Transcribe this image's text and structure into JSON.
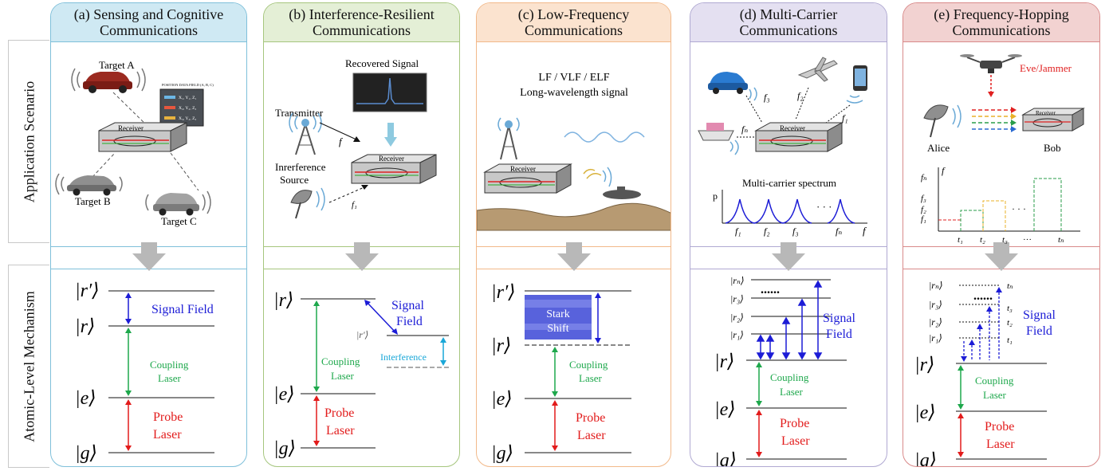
{
  "side_labels": {
    "top": "Application Scenario",
    "bottom": "Atomic-Level Mechanism"
  },
  "panels": [
    {
      "title": "(a) Sensing and Cognitive Communications",
      "border": "#7fc0da",
      "head_bg": "#cfe9f3",
      "scene": {
        "target_a": "Target A",
        "target_b": "Target B",
        "target_c": "Target C",
        "receiver": "Receiver",
        "display_title": "POSITION DATA FIELD (A, B, C)",
        "coords": [
          "X₁, Y₁, Z₁",
          "X₂, Y₂, Z₂",
          "X₃, Y₃, Z₃"
        ]
      },
      "levels": {
        "r_prime": "|r′⟩",
        "r": "|r⟩",
        "e": "|e⟩",
        "g": "|g⟩"
      },
      "labels": {
        "signal": "Signal Field",
        "coupling_1": "Coupling",
        "coupling_2": "Laser",
        "probe_1": "Probe",
        "probe_2": "Laser"
      }
    },
    {
      "title": "(b) Interference-Resilient Communications",
      "border": "#a6c67e",
      "head_bg": "#e4efd6",
      "scene": {
        "recovered": "Recovered Signal",
        "transmitter": "Transmitter",
        "f": "f",
        "receiver": "Receiver",
        "interference_1": "Inrerference",
        "interference_2": "Source",
        "f1": "f₁"
      },
      "levels": {
        "r": "|r⟩",
        "r_prime": "|r′⟩",
        "e": "|e⟩",
        "g": "|g⟩"
      },
      "labels": {
        "signal_1": "Signal",
        "signal_2": "Field",
        "interference": "Interference",
        "coupling_1": "Coupling",
        "coupling_2": "Laser",
        "probe_1": "Probe",
        "probe_2": "Laser"
      }
    },
    {
      "title": "(c) Low-Frequency Communications",
      "border": "#f2b98a",
      "head_bg": "#fbe3cf",
      "scene": {
        "line1": "LF / VLF / ELF",
        "line2": "Long-wavelength signal",
        "receiver": "Receiver"
      },
      "levels": {
        "r_prime": "|r′⟩",
        "r": "|r⟩",
        "e": "|e⟩",
        "g": "|g⟩"
      },
      "labels": {
        "stark_1": "Stark",
        "stark_2": "Shift",
        "coupling_1": "Coupling",
        "coupling_2": "Laser",
        "probe_1": "Probe",
        "probe_2": "Laser"
      }
    },
    {
      "title": "(d) Multi-Carrier Communications",
      "border": "#b0a9d2",
      "head_bg": "#e4e0f1",
      "scene": {
        "f3": "f₃",
        "f2": "f₂",
        "f1": "f₁",
        "fn": "fₙ",
        "receiver": "Receiver",
        "spectrum_title": "Multi-carrier spectrum",
        "p": "p",
        "f": "f",
        "ticks": [
          "f₁",
          "f₂",
          "f₃",
          "fₙ"
        ],
        "dots": "· · ·"
      },
      "levels": {
        "rn": "|rₙ⟩",
        "r3": "|r₃⟩",
        "r2": "|r₂⟩",
        "r1": "|r₁⟩",
        "r": "|r⟩",
        "e": "|e⟩",
        "g": "|g⟩"
      },
      "labels": {
        "dots": "......",
        "signal_1": "Signal",
        "signal_2": "Field",
        "coupling_1": "Coupling",
        "coupling_2": "Laser",
        "probe_1": "Probe",
        "probe_2": "Laser"
      }
    },
    {
      "title": "(e) Frequency-Hopping Communications",
      "border": "#d98a8a",
      "head_bg": "#f2d2d1",
      "scene": {
        "eve": "Eve/Jammer",
        "alice": "Alice",
        "bob": "Bob",
        "receiver": "Receiver",
        "f": "f",
        "fn": "fₙ",
        "f3": "f₃",
        "f2": "f₂",
        "f1": "f₁",
        "t_ticks": [
          "t₁",
          "t₂",
          "t₃",
          "···",
          "tₙ"
        ],
        "dots": "· · ·"
      },
      "levels": {
        "rn": "|rₙ⟩",
        "r3": "|r₃⟩",
        "r2": "|r₂⟩",
        "r1": "|r₁⟩",
        "r": "|r⟩",
        "e": "|e⟩",
        "g": "|g⟩"
      },
      "labels": {
        "tn": "tₙ",
        "t3": "t₃",
        "t2": "t₂",
        "t1": "t₁",
        "dots": "......",
        "signal_1": "Signal",
        "signal_2": "Field",
        "coupling_1": "Coupling",
        "coupling_2": "Laser",
        "probe_1": "Probe",
        "probe_2": "Laser"
      }
    }
  ],
  "colors": {
    "signal": "#1c1cd6",
    "coupling": "#1ea84c",
    "probe": "#e21b1b",
    "interference": "#19a7d8",
    "jammer": "#e02020"
  }
}
